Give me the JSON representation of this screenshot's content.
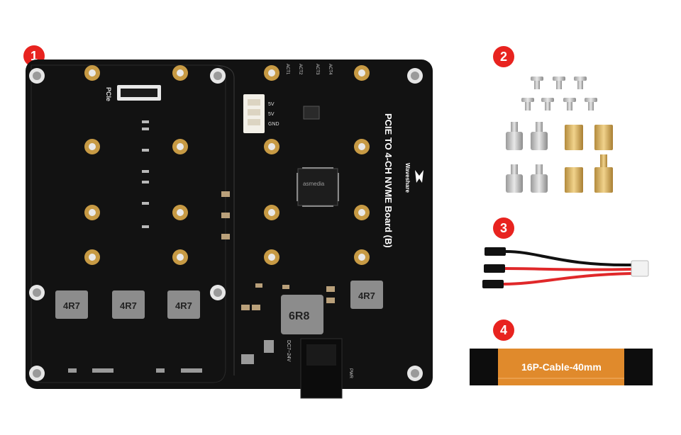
{
  "callouts": [
    {
      "number": "1"
    },
    {
      "number": "2"
    },
    {
      "number": "3"
    },
    {
      "number": "4"
    }
  ],
  "board": {
    "title": "PCIE TO 4-CH NVME Board (B)",
    "brand": "Waveshare",
    "pcie_label": "PCIe",
    "power_pins": [
      "5V",
      "5V",
      "GND"
    ],
    "chip_label": "asmedia",
    "main_inductor_label": "6R8",
    "small_inductor_labels": [
      "4R7",
      "4R7",
      "4R7",
      "4R7"
    ],
    "power_jack_label": "DC7~24V",
    "pwr_label": "PWR",
    "led_labels": [
      "ACT1",
      "ACT2",
      "ACT3",
      "ACT4"
    ]
  },
  "cable": {
    "label": "16P-Cable-40mm"
  },
  "colors": {
    "callout": "#e8231f",
    "pcb": "#111111",
    "brass": "#c79a44",
    "flex_cable": "#e08a2c"
  }
}
